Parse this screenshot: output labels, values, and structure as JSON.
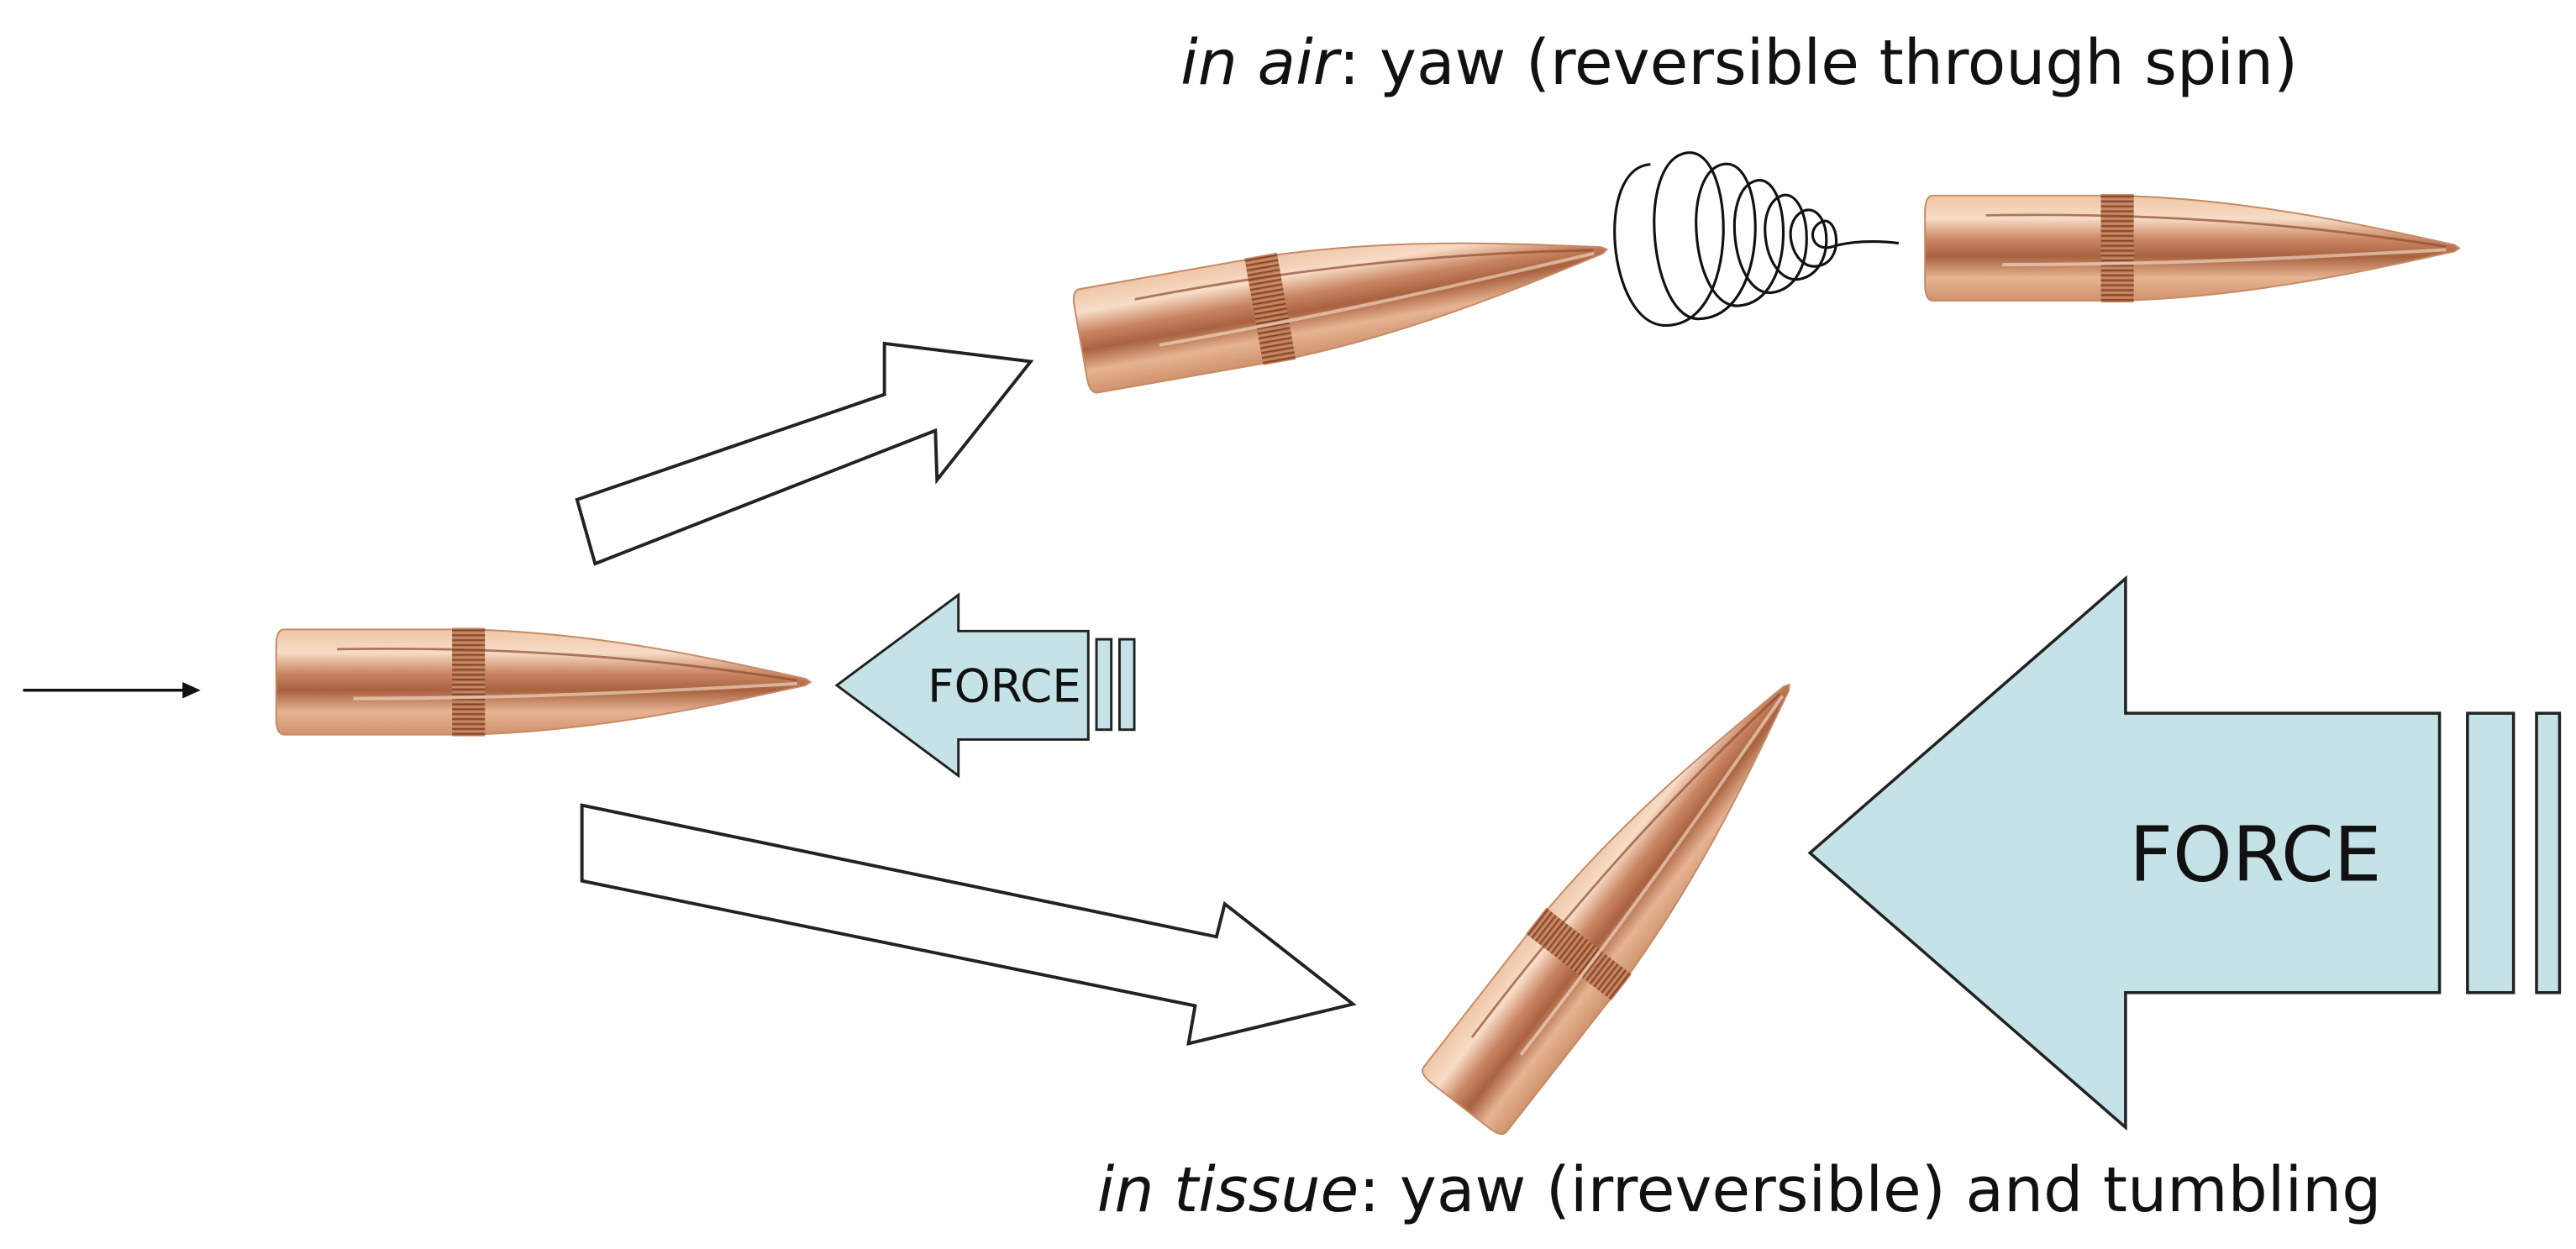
{
  "captions": {
    "air": {
      "italic": "in air",
      "rest": ": yaw (reversible through spin)"
    },
    "tissue": {
      "italic": "in tissue",
      "rest": ": yaw (irreversible) and tumbling"
    }
  },
  "force_arrows": {
    "small_label": "FORCE",
    "large_label": "FORCE"
  },
  "colors": {
    "force_fill": "#c5e3e6",
    "outline": "#222222",
    "bullet_base": "#e3ae88",
    "bullet_band": "#b66d4a",
    "background": "#ffffff"
  }
}
